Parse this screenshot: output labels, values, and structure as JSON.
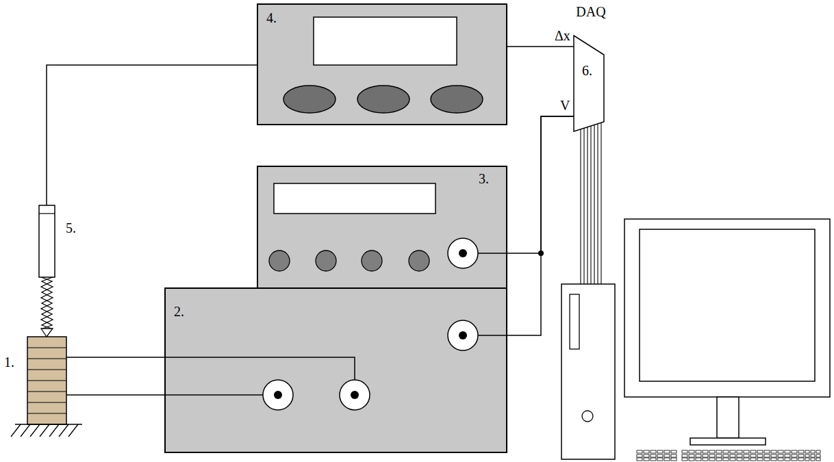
{
  "diagram": {
    "nodes": [
      {
        "text": [
          "4."
        ]
      },
      {
        "text": [
          "DAQ",
          "6."
        ]
      },
      {
        "text": [
          "3."
        ]
      },
      {
        "text": [
          "2."
        ]
      }
    ],
    "edges": [
      {
        "from": 0,
        "to": 1,
        "arrow": "none",
        "label": "Δx"
      },
      {
        "from": 2,
        "to": 1,
        "arrow": "none",
        "label": "V"
      },
      {
        "from": 3,
        "to": 1,
        "arrow": "none"
      }
    ],
    "labels": [
      "1.",
      "5."
    ]
  }
}
